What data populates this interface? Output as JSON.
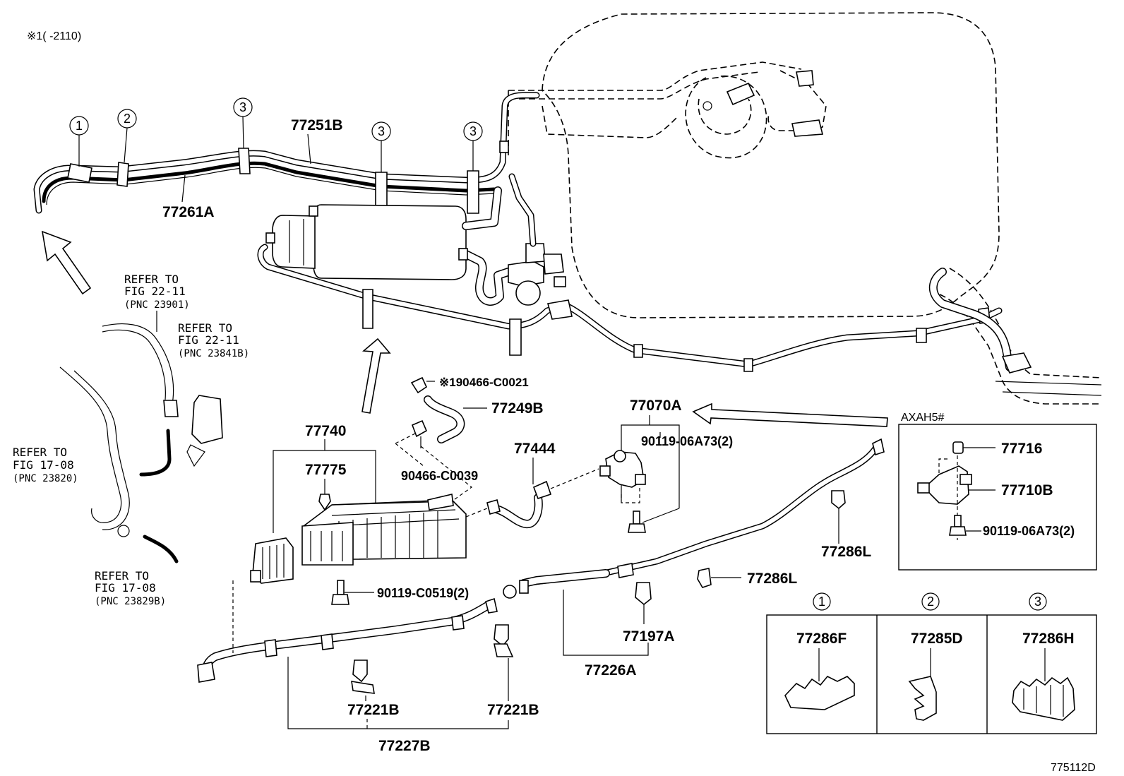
{
  "header_note": "※1(    -2110)",
  "diagram_code": "775112D",
  "parts": {
    "p77251B": "77251B",
    "p77261A": "77261A",
    "p77740": "77740",
    "p77775": "77775",
    "p90466_C0039": "90466-C0039",
    "p90466_C0021": "※190466-C0021",
    "p77249B": "77249B",
    "p77444": "77444",
    "p77070A": "77070A",
    "p90119_06A73": "90119-06A73(2)",
    "p90119_C0519": "90119-C0519(2)",
    "p77286L_a": "77286L",
    "p77286L_b": "77286L",
    "p77197A": "77197A",
    "p77226A": "77226A",
    "p77221B_a": "77221B",
    "p77221B_b": "77221B",
    "p77227B": "77227B"
  },
  "callouts": {
    "c1": "1",
    "c2": "2",
    "c3": "3"
  },
  "references": {
    "r1": {
      "line1": "REFER TO",
      "line2": "FIG 22-11",
      "pnc": "(PNC 23901)"
    },
    "r2": {
      "line1": "REFER TO",
      "line2": "FIG 22-11",
      "pnc": "(PNC 23841B)"
    },
    "r3": {
      "line1": "REFER TO",
      "line2": "FIG 17-08",
      "pnc": "(PNC 23820)"
    },
    "r4": {
      "line1": "REFER TO",
      "line2": "FIG 17-08",
      "pnc": "(PNC 23829B)"
    }
  },
  "inset": {
    "title": "AXAH5#",
    "p77716": "77716",
    "p77710B": "77710B",
    "p90119_06A73": "90119-06A73(2)"
  },
  "legend_table": {
    "headers": [
      "1",
      "2",
      "3"
    ],
    "parts": [
      "77286F",
      "77285D",
      "77286H"
    ]
  }
}
